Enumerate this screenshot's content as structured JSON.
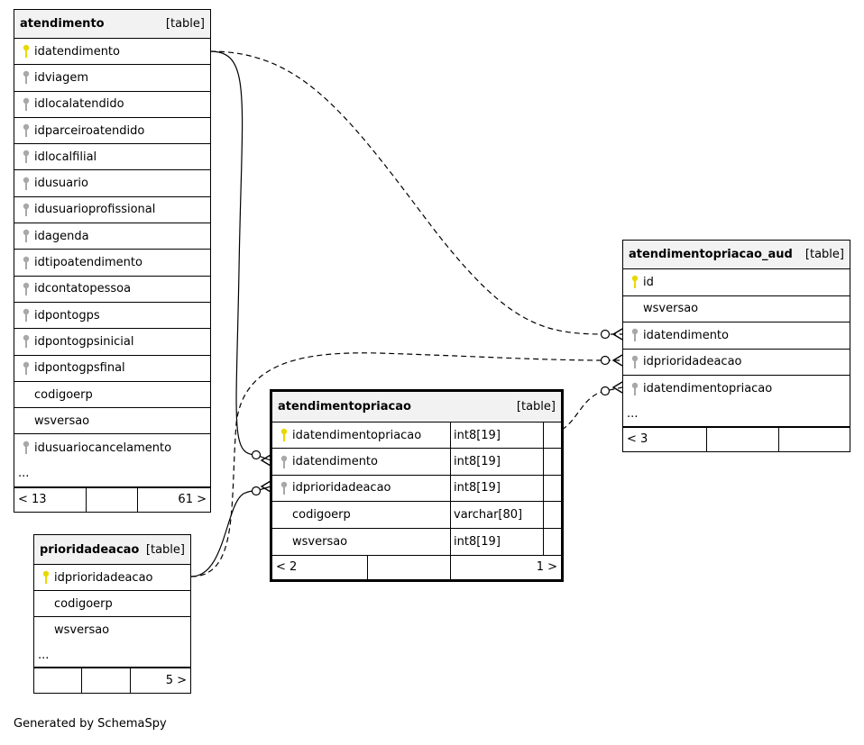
{
  "footer_text": "Generated by SchemaSpy",
  "colors": {
    "primary_key": "#e8d800",
    "foreign_key": "#a8a8a8",
    "header_bg": "#f2f2f2"
  },
  "tables": {
    "atendimento": {
      "name": "atendimento",
      "type": "[table]",
      "columns": [
        {
          "name": "idatendimento",
          "key": "primary-key-icon"
        },
        {
          "name": "idviagem",
          "key": "foreign-key-icon"
        },
        {
          "name": "idlocalatendido",
          "key": "foreign-key-icon"
        },
        {
          "name": "idparceiroatendido",
          "key": "foreign-key-icon"
        },
        {
          "name": "idlocalfilial",
          "key": "foreign-key-icon"
        },
        {
          "name": "idusuario",
          "key": "foreign-key-icon"
        },
        {
          "name": "idusuarioprofissional",
          "key": "foreign-key-icon"
        },
        {
          "name": "idagenda",
          "key": "foreign-key-icon"
        },
        {
          "name": "idtipoatendimento",
          "key": "foreign-key-icon"
        },
        {
          "name": "idcontatopessoa",
          "key": "foreign-key-icon"
        },
        {
          "name": "idpontogps",
          "key": "foreign-key-icon"
        },
        {
          "name": "idpontogpsinicial",
          "key": "foreign-key-icon"
        },
        {
          "name": "idpontogpsfinal",
          "key": "foreign-key-icon"
        },
        {
          "name": "codigoerp",
          "key": ""
        },
        {
          "name": "wsversao",
          "key": ""
        },
        {
          "name": "idusuariocancelamento",
          "key": "foreign-key-icon"
        }
      ],
      "ellipsis": "...",
      "footer": [
        "< 13",
        "",
        "61 >"
      ]
    },
    "prioridadeacao": {
      "name": "prioridadeacao",
      "type": "[table]",
      "columns": [
        {
          "name": "idprioridadeacao",
          "key": "primary-key-icon"
        },
        {
          "name": "codigoerp",
          "key": ""
        },
        {
          "name": "wsversao",
          "key": ""
        }
      ],
      "ellipsis": "...",
      "footer": [
        "",
        "",
        "5 >"
      ]
    },
    "atendimentopriacao": {
      "name": "atendimentopriacao",
      "type": "[table]",
      "columns": [
        {
          "name": "idatendimentopriacao",
          "key": "primary-key-icon",
          "type": "int8[19]"
        },
        {
          "name": "idatendimento",
          "key": "foreign-key-icon",
          "type": "int8[19]"
        },
        {
          "name": "idprioridadeacao",
          "key": "foreign-key-icon",
          "type": "int8[19]"
        },
        {
          "name": "codigoerp",
          "key": "",
          "type": "varchar[80]"
        },
        {
          "name": "wsversao",
          "key": "",
          "type": "int8[19]"
        }
      ],
      "footer": [
        "< 2",
        "",
        "1 >"
      ]
    },
    "atendimentopriacao_aud": {
      "name": "atendimentopriacao_aud",
      "type": "[table]",
      "columns": [
        {
          "name": "id",
          "key": "primary-key-icon"
        },
        {
          "name": "wsversao",
          "key": ""
        },
        {
          "name": "idatendimento",
          "key": "foreign-key-icon"
        },
        {
          "name": "idprioridadeacao",
          "key": "foreign-key-icon"
        },
        {
          "name": "idatendimentopriacao",
          "key": "foreign-key-icon"
        }
      ],
      "ellipsis": "...",
      "footer": [
        "< 3",
        "",
        ""
      ]
    }
  }
}
